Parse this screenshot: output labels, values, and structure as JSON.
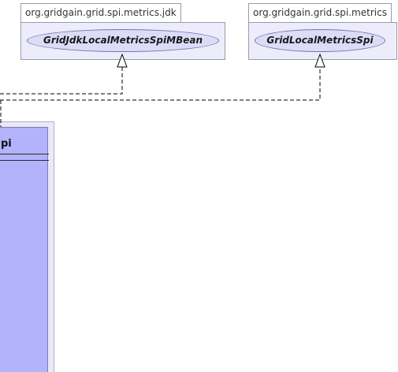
{
  "packages": [
    {
      "name": "org.gridgain.grid.spi.metrics.jdk",
      "interface": "GridJdkLocalMetricsSpiMBean"
    },
    {
      "name": "org.gridgain.grid.spi.metrics",
      "interface": "GridLocalMetricsSpi"
    }
  ],
  "class_box": {
    "title_fragment": "pi"
  },
  "colors": {
    "package_fill": "#ececfb",
    "interface_fill": "#dcdcf8",
    "class_fill": "#b3b3fc",
    "edge": "#000000"
  }
}
